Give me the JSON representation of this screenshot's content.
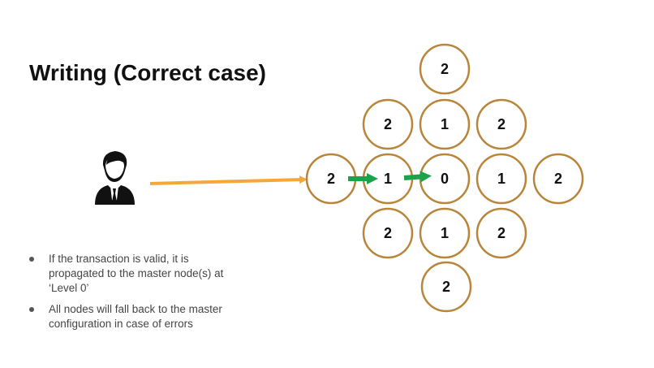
{
  "title": "Writing (Correct case)",
  "bullets": [
    "If the transaction is valid, it is propagated to the master node(s) at ‘Level 0’",
    "All nodes will fall back to the master configuration in case of errors"
  ],
  "colors": {
    "node_stroke": "#b8853a",
    "arrow_orange": "#f5a83a",
    "arrow_green": "#1aa34a",
    "user_icon": "#111111"
  },
  "nodes": [
    {
      "id": "n-top",
      "label": "2"
    },
    {
      "id": "n-r1-left",
      "label": "2"
    },
    {
      "id": "n-r1-mid",
      "label": "1"
    },
    {
      "id": "n-r1-right",
      "label": "2"
    },
    {
      "id": "n-r2-c1",
      "label": "2"
    },
    {
      "id": "n-r2-c2",
      "label": "1"
    },
    {
      "id": "n-r2-center",
      "label": "0"
    },
    {
      "id": "n-r2-c4",
      "label": "1"
    },
    {
      "id": "n-r2-c5",
      "label": "2"
    },
    {
      "id": "n-r3-left",
      "label": "2"
    },
    {
      "id": "n-r3-mid",
      "label": "1"
    },
    {
      "id": "n-r3-right",
      "label": "2"
    },
    {
      "id": "n-bottom",
      "label": "2"
    }
  ],
  "icons": {
    "user": "businessman-icon"
  }
}
